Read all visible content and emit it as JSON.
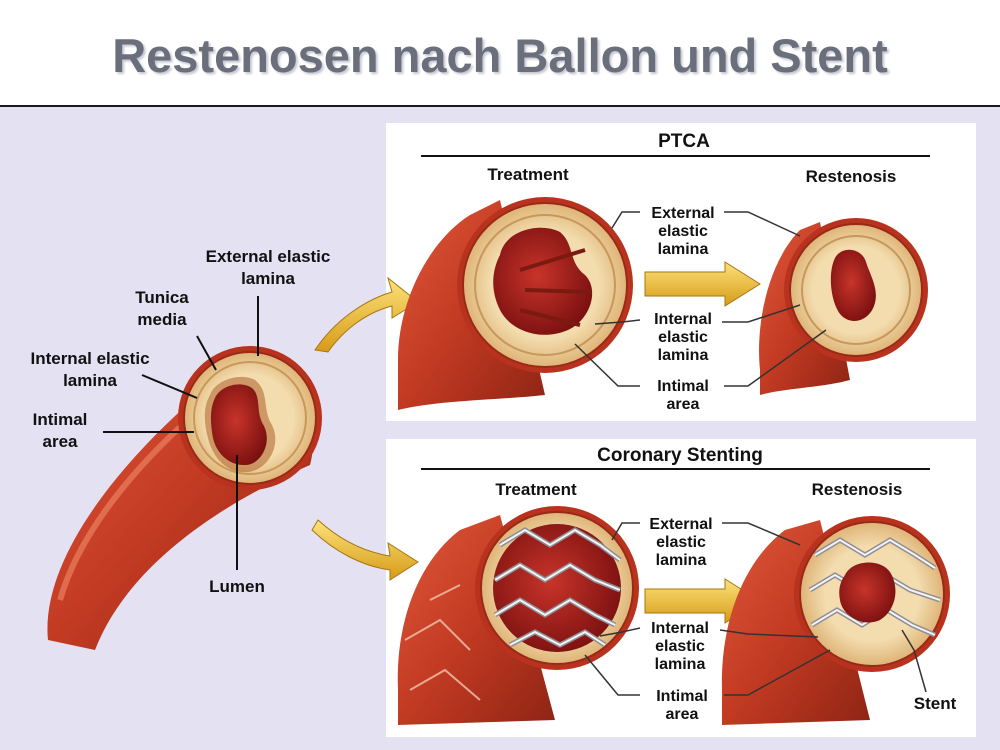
{
  "slide": {
    "title": "Restenosen nach Ballon und Stent"
  },
  "main_labels": {
    "external_elastic_line1": "External elastic",
    "external_elastic_line2": "lamina",
    "tunica_line1": "Tunica",
    "tunica_line2": "media",
    "internal_elastic_line1": "Internal elastic",
    "internal_elastic_line2": "lamina",
    "intimal_line1": "Intimal",
    "intimal_line2": "area",
    "lumen": "Lumen"
  },
  "ptca_panel": {
    "heading": "PTCA",
    "treatment": "Treatment",
    "restenosis": "Restenosis",
    "external_line1": "External",
    "external_line2": "elastic",
    "external_line3": "lamina",
    "internal_line1": "Internal",
    "internal_line2": "elastic",
    "internal_line3": "lamina",
    "intimal_line1": "Intimal",
    "intimal_line2": "area"
  },
  "stent_panel": {
    "heading": "Coronary Stenting",
    "treatment": "Treatment",
    "restenosis": "Restenosis",
    "external_line1": "External",
    "external_line2": "elastic",
    "external_line3": "lamina",
    "internal_line1": "Internal",
    "internal_line2": "elastic",
    "internal_line3": "lamina",
    "intimal_line1": "Intimal",
    "intimal_line2": "area",
    "stent": "Stent"
  },
  "colors": {
    "title_gray": "#6b6f7c",
    "stage_lavender": "#e4e1f2",
    "artery_red": "#c23a22",
    "lumen_dark": "#8a1410",
    "media_tan": "#e8c994",
    "arrow_yellow": "#f2c230",
    "stent_metal": "#8e8e94"
  }
}
